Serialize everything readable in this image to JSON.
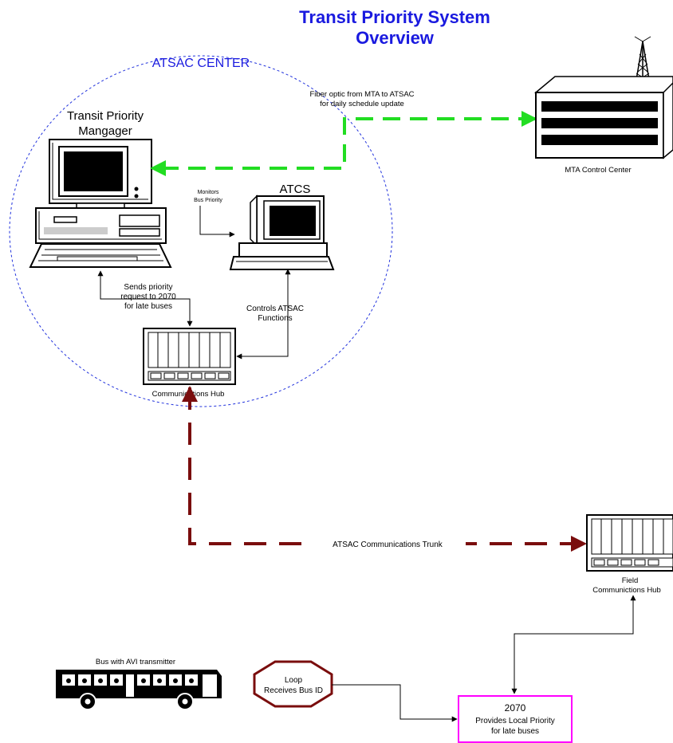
{
  "title": {
    "line1": "Transit Priority System",
    "line2": "Overview",
    "color": "#1a1adf"
  },
  "colors": {
    "fiber": "#22dd22",
    "trunk": "#7a0d0d",
    "controller_border": "#ff00ff",
    "loop_border": "#7a0d0d",
    "ink": "#000000"
  },
  "atsac_center": {
    "label": "ATSAC CENTER"
  },
  "tpm": {
    "line1": "Transit Priority",
    "line2": "Mangager"
  },
  "fiber": {
    "line1": "Fiber optic from MTA to ATSAC",
    "line2": "for daily schedule update"
  },
  "mta": {
    "label": "MTA Control Center"
  },
  "atcs": {
    "label": "ATCS"
  },
  "monitors": {
    "line1": "Monitors",
    "line2": "Bus Priority"
  },
  "sends": {
    "line1": "Sends priority",
    "line2": "request to 2070",
    "line3": "for late buses"
  },
  "controls": {
    "line1": "Controls ATSAC",
    "line2": "Functions"
  },
  "hub": {
    "label": "Communications Hub"
  },
  "trunk": {
    "label": "ATSAC Communications Trunk"
  },
  "field_hub": {
    "line1": "Field",
    "line2": "Communictions Hub"
  },
  "bus": {
    "label": "Bus with AVI transmitter"
  },
  "loop": {
    "line1": "Loop",
    "line2": "Receives Bus ID"
  },
  "controller": {
    "line1": "2070",
    "line2": "Provides Local Priority",
    "line3": "for late buses"
  }
}
